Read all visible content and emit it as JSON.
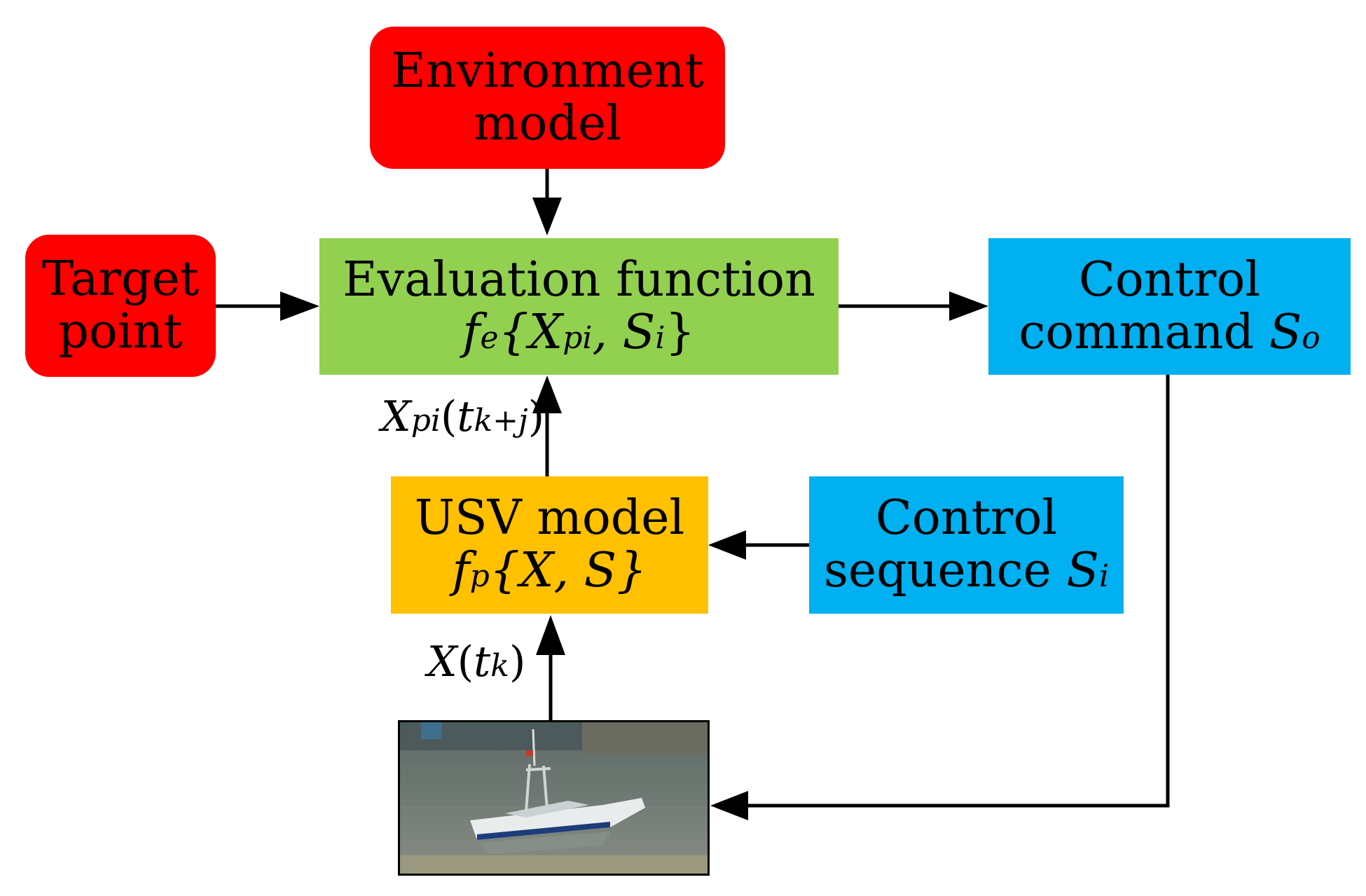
{
  "nodes": {
    "environment": {
      "line1": "Environment",
      "line2": "model",
      "color": "#ff0000"
    },
    "target": {
      "line1": "Target",
      "line2": "point",
      "color": "#ff0000"
    },
    "evaluation": {
      "title": "Evaluation function",
      "formula": {
        "f": "f",
        "f_sub": "e",
        "open": "{X",
        "x_sub": "pi",
        "mid": ", S",
        "s_sub": "i",
        "close": "}"
      },
      "color": "#92d050"
    },
    "control_command": {
      "line1": "Control",
      "line2_text": "command ",
      "s": "S",
      "s_sub": "o",
      "color": "#00b0f0"
    },
    "usv_model": {
      "title": "USV model",
      "formula": {
        "f": "f",
        "f_sub": "p",
        "rest": "{X, S}"
      },
      "color": "#ffc000"
    },
    "control_sequence": {
      "line1": "Control",
      "line2_text": "sequence ",
      "s": "S",
      "s_sub": "i",
      "color": "#00b0f0"
    }
  },
  "edge_labels": {
    "xpi": {
      "x": "X",
      "x_sub": "pi",
      "open": "(",
      "t": "t",
      "t_sub": "k+j",
      "close": ")"
    },
    "xt": {
      "x": "X",
      "open": "(",
      "t": "t",
      "t_sub": "k",
      "close": ")"
    }
  },
  "image": {
    "description_icon": "usv-boat-photo"
  }
}
